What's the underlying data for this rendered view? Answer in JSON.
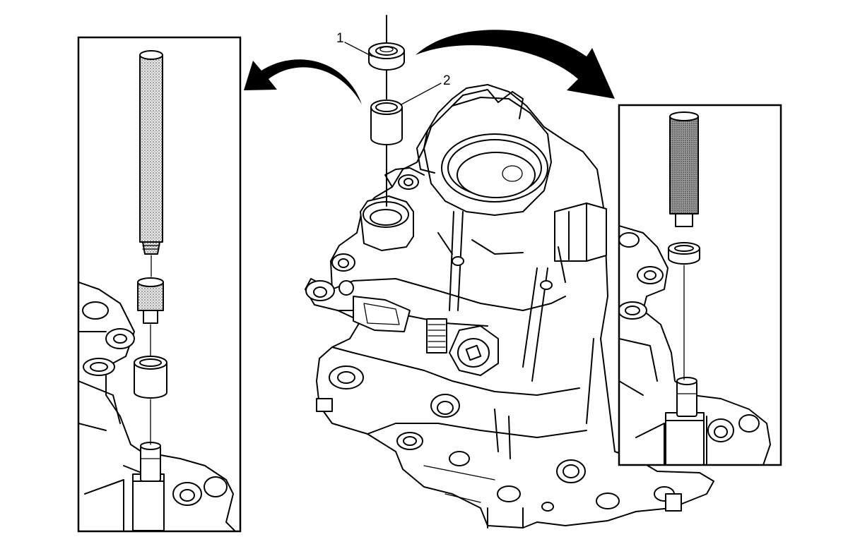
{
  "callouts": [
    {
      "label": "1",
      "part": "seal"
    },
    {
      "label": "2",
      "part": "bushing"
    }
  ],
  "colors": {
    "line": "#000000",
    "background": "#ffffff",
    "tool_fill_light": "#c8c8c8",
    "tool_fill_dark": "#8a8a8a"
  }
}
